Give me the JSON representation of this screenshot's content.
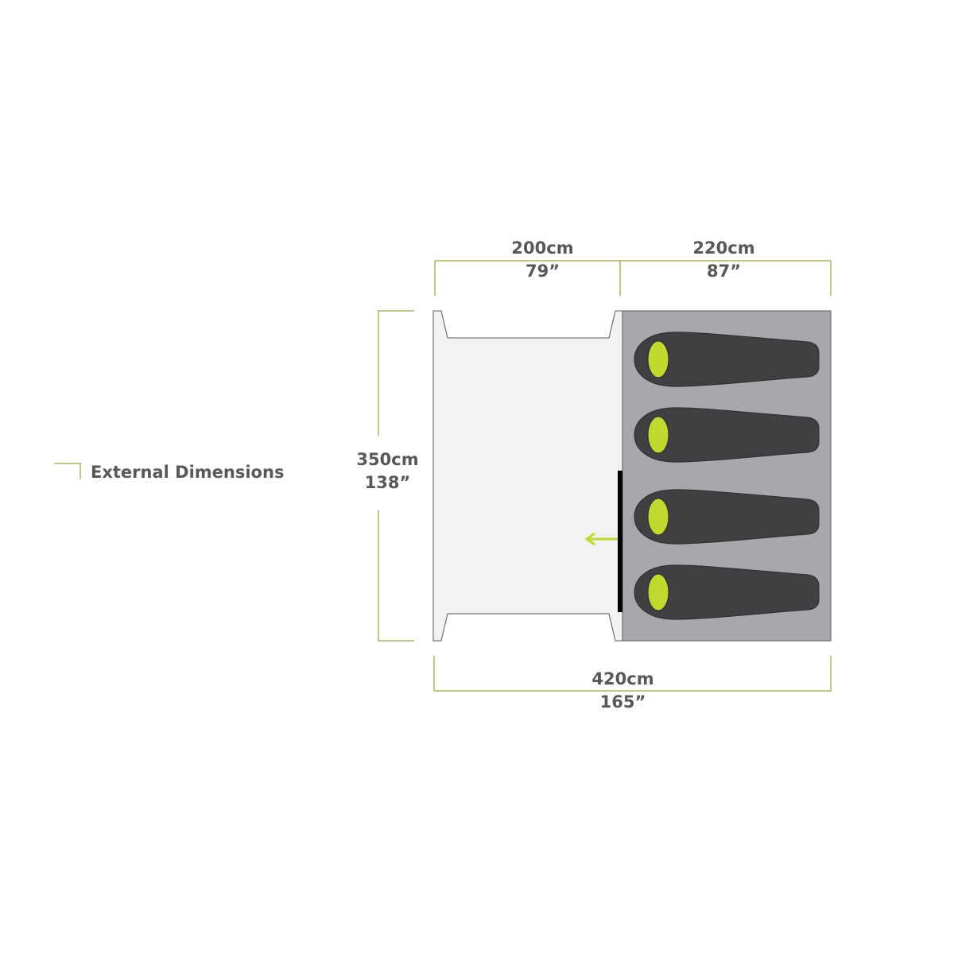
{
  "legend": {
    "label": "External Dimensions"
  },
  "dimensions": {
    "porch_width": {
      "metric": "200cm",
      "imperial": "79”"
    },
    "bedroom_width": {
      "metric": "220cm",
      "imperial": "87”"
    },
    "depth": {
      "metric": "350cm",
      "imperial": "138”"
    },
    "total_length": {
      "metric": "420cm",
      "imperial": "165”"
    }
  },
  "sleeping_bags": 4,
  "colors": {
    "dimension_line": "#a8b560",
    "text": "#58585a",
    "porch_floor": "#f2f2f2",
    "bedroom_floor": "#a7a8ab",
    "sleeping_bag": "#404042",
    "accent": "#c1d82f"
  }
}
